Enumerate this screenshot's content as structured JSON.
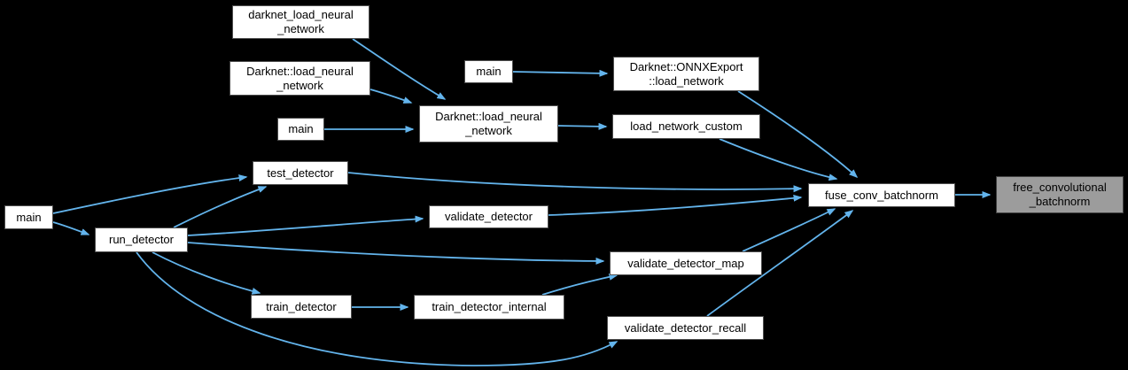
{
  "diagram": {
    "kind": "call-graph",
    "background_color": "#000000",
    "colors": {
      "edge": "#63b4ec",
      "node_fill": "#ffffff",
      "node_border": "#4e4e4e",
      "node_text": "#000000",
      "highlight_fill": "#9c9c9c",
      "highlight_border": "#424242"
    },
    "nodes": [
      {
        "id": "darknet_load_neural_network",
        "label": "darknet_load_neural\n_network"
      },
      {
        "id": "darknet_ns_load_neural_network_caller",
        "label": "Darknet::load_neural\n_network"
      },
      {
        "id": "main_onnx",
        "label": "main"
      },
      {
        "id": "main_load",
        "label": "main"
      },
      {
        "id": "darknet_ns_load_neural_network",
        "label": "Darknet::load_neural\n_network"
      },
      {
        "id": "darknet_onnxexport_load_network",
        "label": "Darknet::ONNXExport\n::load_network"
      },
      {
        "id": "load_network_custom",
        "label": "load_network_custom"
      },
      {
        "id": "test_detector",
        "label": "test_detector"
      },
      {
        "id": "validate_detector",
        "label": "validate_detector"
      },
      {
        "id": "run_detector",
        "label": "run_detector"
      },
      {
        "id": "validate_detector_map",
        "label": "validate_detector_map"
      },
      {
        "id": "train_detector",
        "label": "train_detector"
      },
      {
        "id": "train_detector_internal",
        "label": "train_detector_internal"
      },
      {
        "id": "validate_detector_recall",
        "label": "validate_detector_recall"
      },
      {
        "id": "main_detector",
        "label": "main"
      },
      {
        "id": "fuse_conv_batchnorm",
        "label": "fuse_conv_batchnorm"
      },
      {
        "id": "free_convolutional_batchnorm",
        "label": "free_convolutional\n_batchnorm",
        "highlighted": true
      }
    ],
    "edges": [
      {
        "from": "darknet_load_neural_network",
        "to": "darknet_ns_load_neural_network"
      },
      {
        "from": "darknet_ns_load_neural_network_caller",
        "to": "darknet_ns_load_neural_network"
      },
      {
        "from": "main_load",
        "to": "darknet_ns_load_neural_network"
      },
      {
        "from": "main_onnx",
        "to": "darknet_onnxexport_load_network"
      },
      {
        "from": "darknet_ns_load_neural_network",
        "to": "load_network_custom"
      },
      {
        "from": "darknet_onnxexport_load_network",
        "to": "fuse_conv_batchnorm"
      },
      {
        "from": "load_network_custom",
        "to": "fuse_conv_batchnorm"
      },
      {
        "from": "test_detector",
        "to": "fuse_conv_batchnorm"
      },
      {
        "from": "validate_detector",
        "to": "fuse_conv_batchnorm"
      },
      {
        "from": "main_detector",
        "to": "test_detector"
      },
      {
        "from": "main_detector",
        "to": "run_detector"
      },
      {
        "from": "run_detector",
        "to": "test_detector"
      },
      {
        "from": "run_detector",
        "to": "validate_detector"
      },
      {
        "from": "run_detector",
        "to": "validate_detector_map"
      },
      {
        "from": "run_detector",
        "to": "train_detector"
      },
      {
        "from": "run_detector",
        "to": "validate_detector_recall"
      },
      {
        "from": "train_detector",
        "to": "train_detector_internal"
      },
      {
        "from": "train_detector_internal",
        "to": "validate_detector_map"
      },
      {
        "from": "validate_detector_map",
        "to": "fuse_conv_batchnorm"
      },
      {
        "from": "validate_detector_recall",
        "to": "fuse_conv_batchnorm"
      },
      {
        "from": "fuse_conv_batchnorm",
        "to": "free_convolutional_batchnorm"
      }
    ]
  }
}
